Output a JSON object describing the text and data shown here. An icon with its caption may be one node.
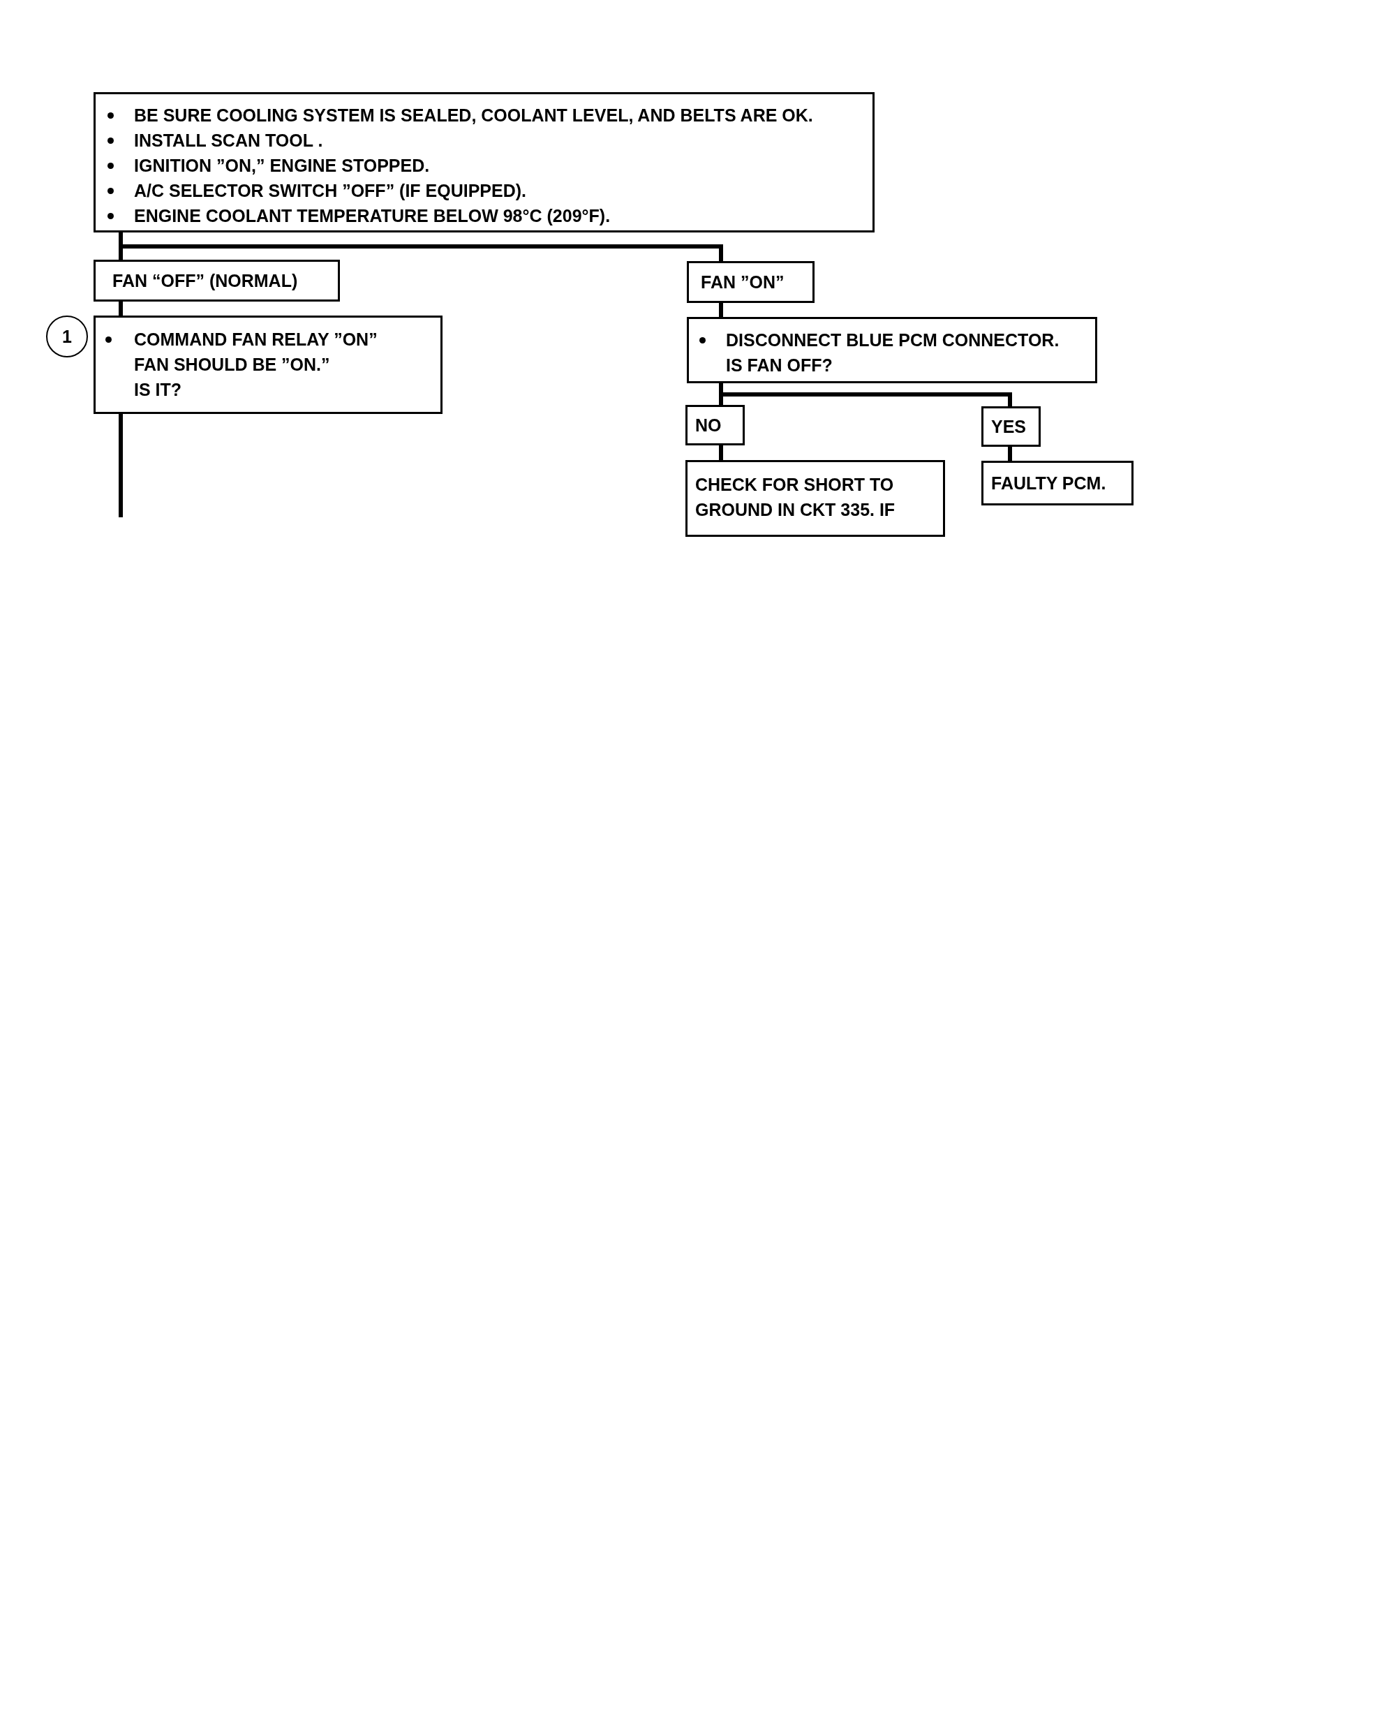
{
  "diagram": {
    "nodes": [
      {
        "text": [
          "BE SURE COOLING SYSTEM IS SEALED, COOLANT LEVEL, AND BELTS ARE OK.",
          "INSTALL SCAN TOOL .",
          "IGNITION ”ON,” ENGINE STOPPED.",
          "A/C SELECTOR SWITCH ”OFF” (IF EQUIPPED).",
          "ENGINE COOLANT TEMPERATURE BELOW 98°C (209°F)."
        ]
      },
      {
        "text": [
          "FAN “OFF” (NORMAL)"
        ]
      },
      {
        "text": [
          "FAN ”ON”"
        ]
      },
      {
        "text": [
          "1"
        ]
      },
      {
        "text": [
          "COMMAND FAN RELAY ”ON”",
          "FAN SHOULD BE ”ON.”",
          "IS IT?"
        ]
      },
      {
        "text": [
          "DISCONNECT BLUE PCM CONNECTOR.",
          "IS FAN OFF?"
        ]
      },
      {
        "text": [
          "NO"
        ]
      },
      {
        "text": [
          "YES"
        ]
      },
      {
        "text": [
          "CHECK FOR SHORT TO GROUND IN CKT 335. IF"
        ]
      },
      {
        "text": [
          "FAULTY PCM."
        ]
      }
    ],
    "edges": [
      {
        "from": 0,
        "to": 1,
        "arrow": "none"
      },
      {
        "from": 0,
        "to": 2,
        "arrow": "none"
      },
      {
        "from": 1,
        "to": 4,
        "arrow": "none"
      },
      {
        "from": 2,
        "to": 5,
        "arrow": "none"
      },
      {
        "from": 5,
        "to": 6,
        "arrow": "none"
      },
      {
        "from": 5,
        "to": 7,
        "arrow": "none"
      },
      {
        "from": 6,
        "to": 8,
        "arrow": "none"
      },
      {
        "from": 7,
        "to": 9,
        "arrow": "none"
      },
      {
        "from": 4,
        "to": null,
        "arrow": "none"
      }
    ]
  }
}
